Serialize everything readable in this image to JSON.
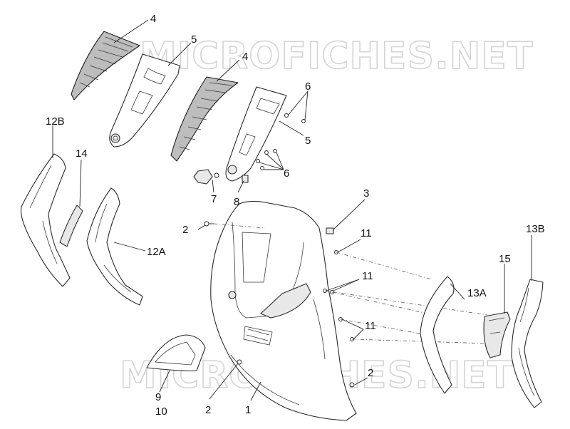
{
  "watermark": {
    "text_top": "MICROFICHES.NET",
    "text_bottom": "MICROFICHES.NET"
  },
  "callouts": {
    "c1": "1",
    "c2a": "2",
    "c2b": "2",
    "c2c": "2",
    "c3": "3",
    "c4a": "4",
    "c4b": "4",
    "c5a": "5",
    "c5b": "5",
    "c6a": "6",
    "c6b": "6",
    "c7": "7",
    "c8": "8",
    "c9": "9",
    "c10": "10",
    "c11a": "11",
    "c11b": "11",
    "c11c": "11",
    "c12a": "12A",
    "c12b": "12B",
    "c13a": "13A",
    "c13b": "13B",
    "c14": "14",
    "c15": "15"
  }
}
